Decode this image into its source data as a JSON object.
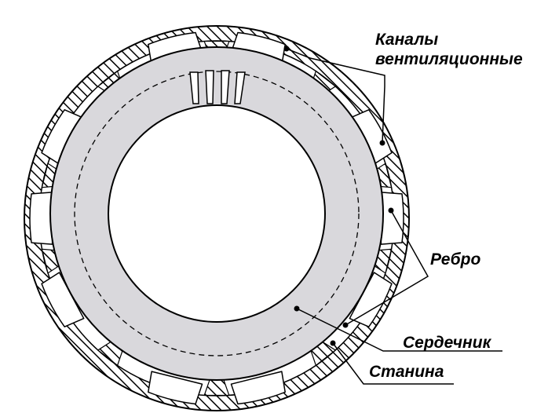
{
  "labels": {
    "channels": "Каналы вентиляционные",
    "channels_line1": "Каналы",
    "channels_line2": "вентиляционные",
    "rib": "Ребро",
    "core": "Сердечник",
    "frame": "Станина"
  },
  "colors": {
    "stroke": "#000000",
    "core_fill": "#d9d8dc",
    "hatch": "#000000",
    "background": "#ffffff"
  }
}
